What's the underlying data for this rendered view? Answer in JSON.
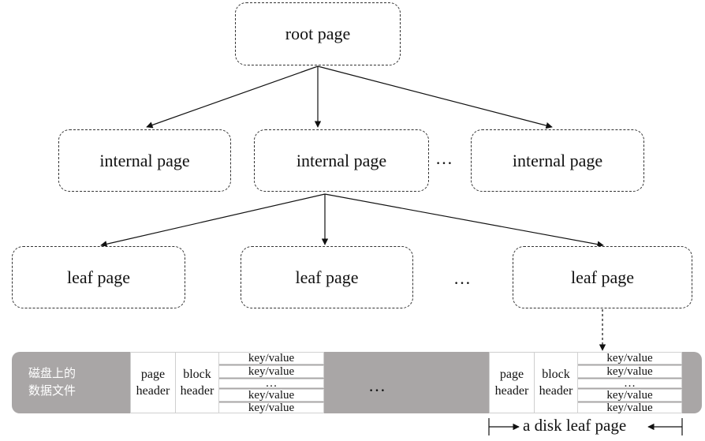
{
  "tree": {
    "root": "root page",
    "internal": [
      "internal page",
      "internal page",
      "internal page"
    ],
    "internal_ellipsis": "…",
    "leaf": [
      "leaf page",
      "leaf page",
      "leaf page"
    ],
    "leaf_ellipsis": "…"
  },
  "disk": {
    "file_label_line1": "磁盘上的",
    "file_label_line2": "数据文件",
    "page_header_line1": "page",
    "page_header_line2": "header",
    "block_header_line1": "block",
    "block_header_line2": "header",
    "kv": "key/value",
    "kv_ellipsis": "…",
    "middle_ellipsis": "…",
    "disk_leaf_label": "a disk leaf page"
  }
}
